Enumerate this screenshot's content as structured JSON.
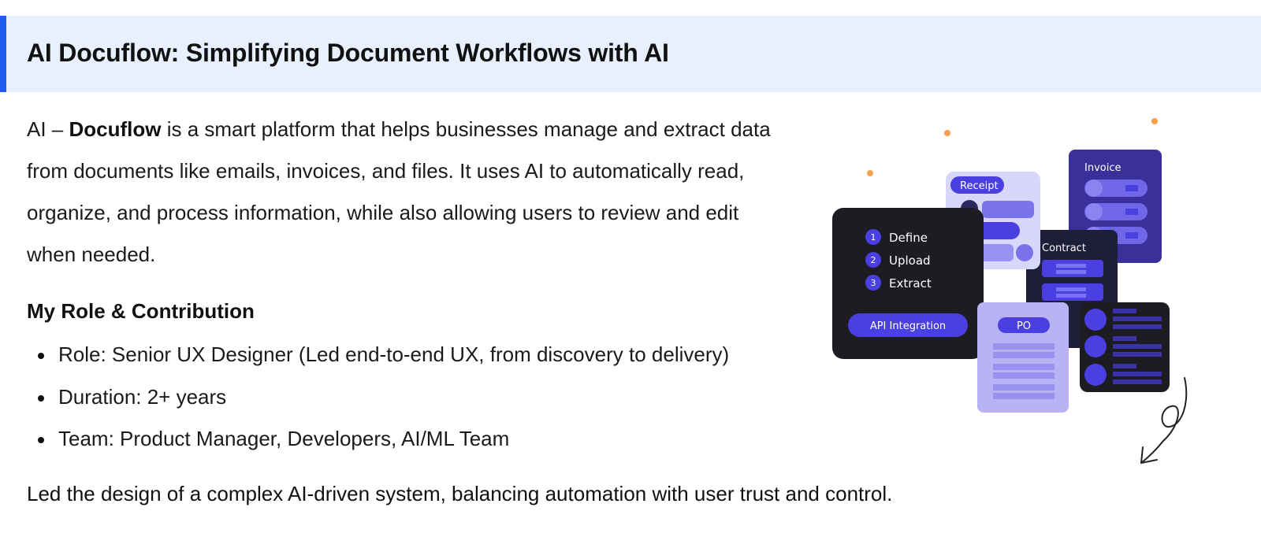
{
  "header": {
    "title": "AI Docuflow: Simplifying Document Workflows with AI"
  },
  "intro": {
    "prefix": "AI – ",
    "bold": "Docuflow",
    "rest": " is a smart platform that helps businesses manage and extract data from documents like emails, invoices, and files. It uses AI to automatically read, organize, and process information, while also allowing users to review and edit when needed."
  },
  "role_section": {
    "heading": "My Role & Contribution",
    "items": [
      "Role: Senior UX Designer (Led end-to-end UX, from discovery to delivery)",
      "Duration: 2+ years",
      "Team: Product Manager, Developers, AI/ML Team"
    ]
  },
  "summary": "Led the design of a complex AI-driven system, balancing automation with user trust and control.",
  "illustration": {
    "steps": [
      {
        "num": "1",
        "label": "Define"
      },
      {
        "num": "2",
        "label": "Upload"
      },
      {
        "num": "3",
        "label": "Extract"
      }
    ],
    "api_button": "API Integration",
    "cards": {
      "receipt": "Receipt",
      "invoice": "Invoice",
      "contract": "Contract",
      "po": "PO"
    },
    "colors": {
      "accent": "#4a3fe0",
      "dark_card": "#1c1c22",
      "invoice_card": "#3b2f9a",
      "light_card": "#d9d6fb",
      "po_card": "#b9b2f5",
      "dot": "#f5a04a"
    }
  }
}
